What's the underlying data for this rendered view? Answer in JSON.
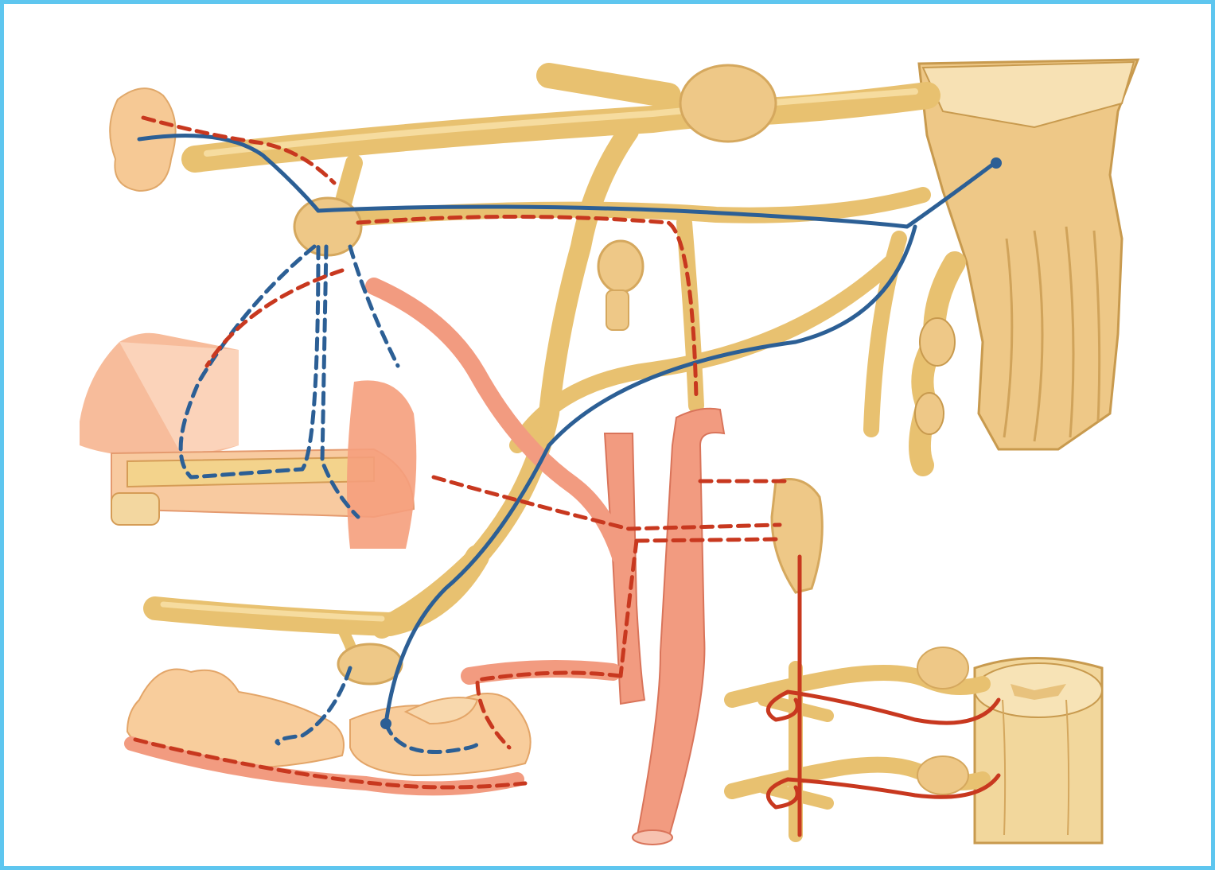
{
  "figure": {
    "colors": {
      "frame": "#5ec6ef",
      "background": "#ffffff",
      "nerve": "#e8c170",
      "nerve_highlight": "#f6dc9f",
      "tissue": "#f4a77c",
      "vessel": "#f29b80",
      "parasympathetic": "#2c5f95",
      "sympathetic": "#c8381f"
    },
    "icons": [
      "ganglion",
      "gland",
      "artery",
      "spinal-cord-segment",
      "brainstem"
    ]
  }
}
